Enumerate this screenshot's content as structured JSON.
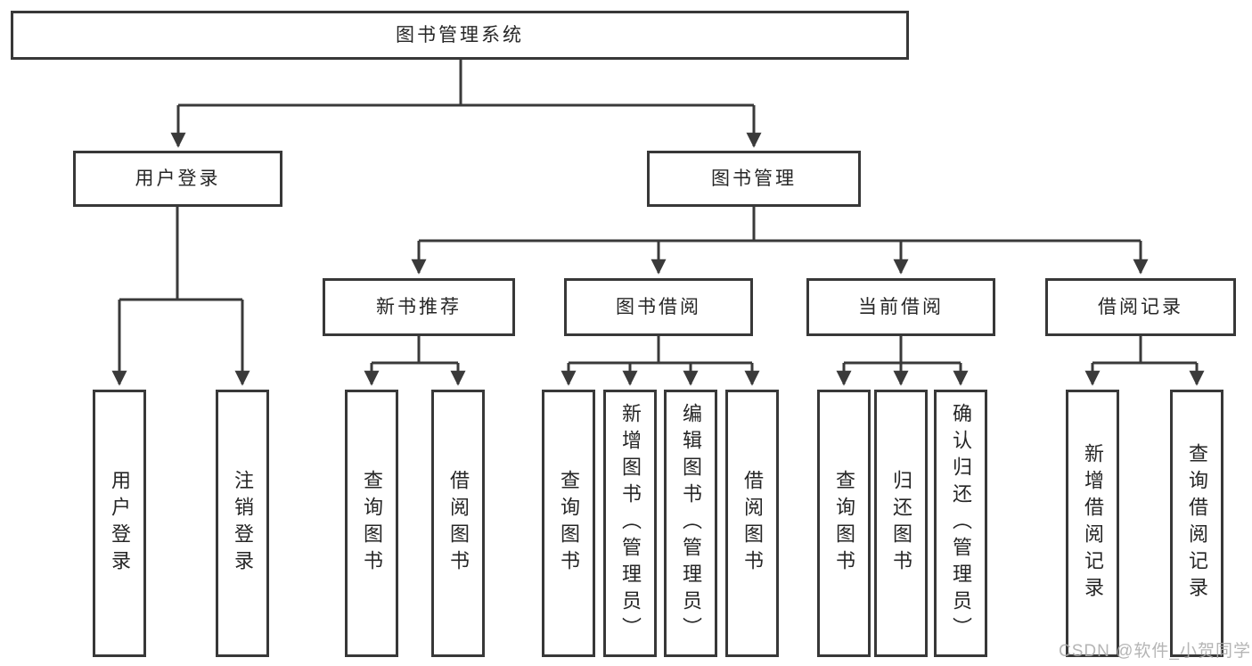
{
  "diagram": {
    "root": {
      "label": "图书管理系统"
    },
    "branches": [
      {
        "label": "用户登录",
        "children": [
          {
            "label": "用户登录"
          },
          {
            "label": "注销登录"
          }
        ]
      },
      {
        "label": "图书管理",
        "children": [
          {
            "label": "新书推荐",
            "children": [
              {
                "label": "查询图书"
              },
              {
                "label": "借阅图书"
              }
            ]
          },
          {
            "label": "图书借阅",
            "children": [
              {
                "label": "查询图书"
              },
              {
                "label": "新增图书（管理员）"
              },
              {
                "label": "编辑图书（管理员）"
              },
              {
                "label": "借阅图书"
              }
            ]
          },
          {
            "label": "当前借阅",
            "children": [
              {
                "label": "查询图书"
              },
              {
                "label": "归还图书"
              },
              {
                "label": "确认归还（管理员）"
              }
            ]
          },
          {
            "label": "借阅记录",
            "children": [
              {
                "label": "新增借阅记录"
              },
              {
                "label": "查询借阅记录"
              }
            ]
          }
        ]
      }
    ]
  },
  "watermark": "CSDN @软件_小贺同学",
  "colors": {
    "line": "#3a3a3a",
    "border": "#383838",
    "text": "#262626",
    "watermark": "#adadad",
    "background": "#ffffff"
  }
}
